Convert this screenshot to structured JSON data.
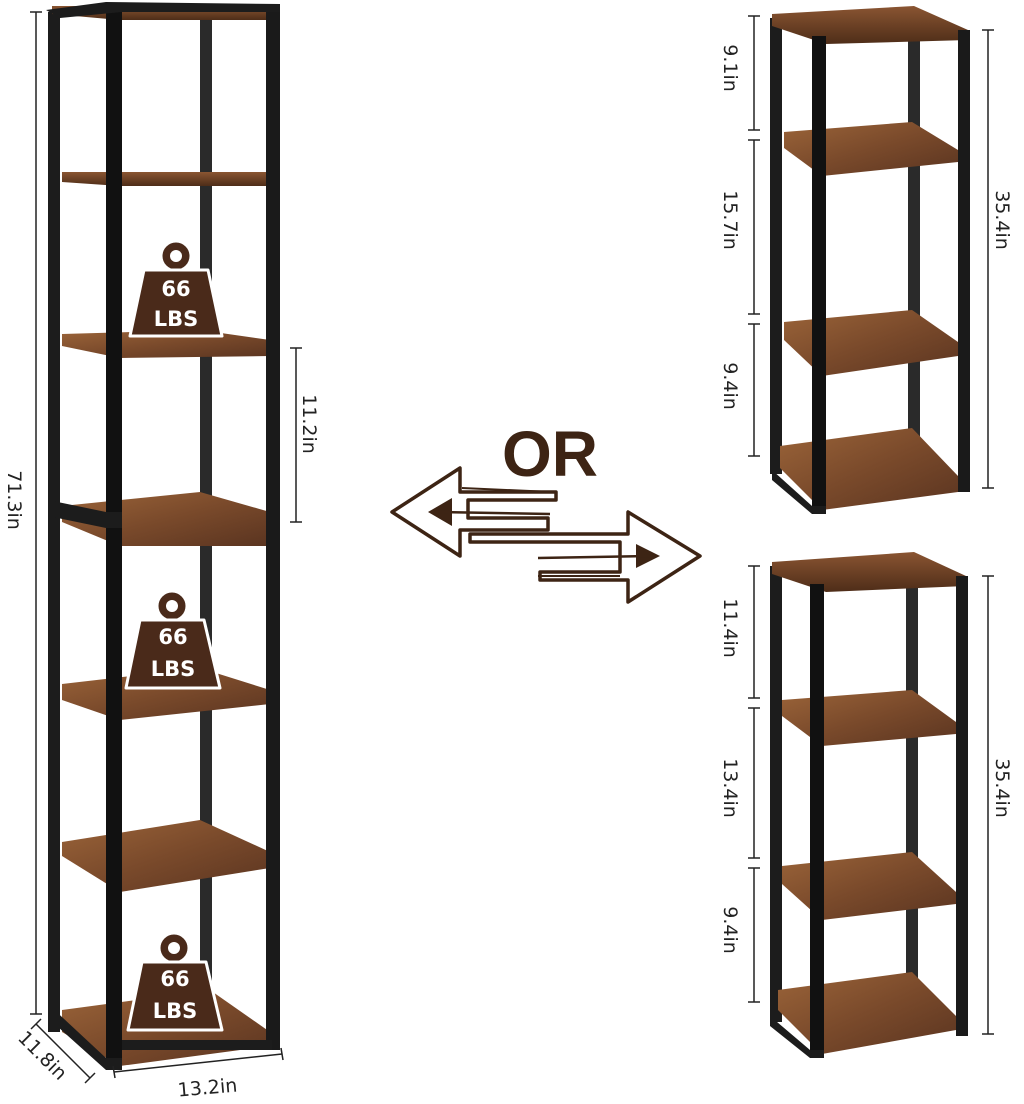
{
  "colors": {
    "frame": "#1c1c1c",
    "wood": "#7a4a2b",
    "wood_light": "#9b6439",
    "wood_dark": "#4e2d18",
    "badge": "#4a2a1a",
    "arrow": "#3d2414"
  },
  "tall_shelf": {
    "height_label": "71.3in",
    "depth_label": "11.8in",
    "width_label": "13.2in",
    "gap_label": "11.2in",
    "load_badges": [
      {
        "value": "66",
        "unit": "LBS"
      },
      {
        "value": "66",
        "unit": "LBS"
      },
      {
        "value": "66",
        "unit": "LBS"
      }
    ]
  },
  "separator": {
    "label": "OR"
  },
  "short_shelf_top": {
    "height_label": "35.4in",
    "gap_labels": [
      "9.1in",
      "15.7in",
      "9.4in"
    ]
  },
  "short_shelf_bottom": {
    "height_label": "35.4in",
    "gap_labels": [
      "11.4in",
      "13.4in",
      "9.4in"
    ]
  }
}
